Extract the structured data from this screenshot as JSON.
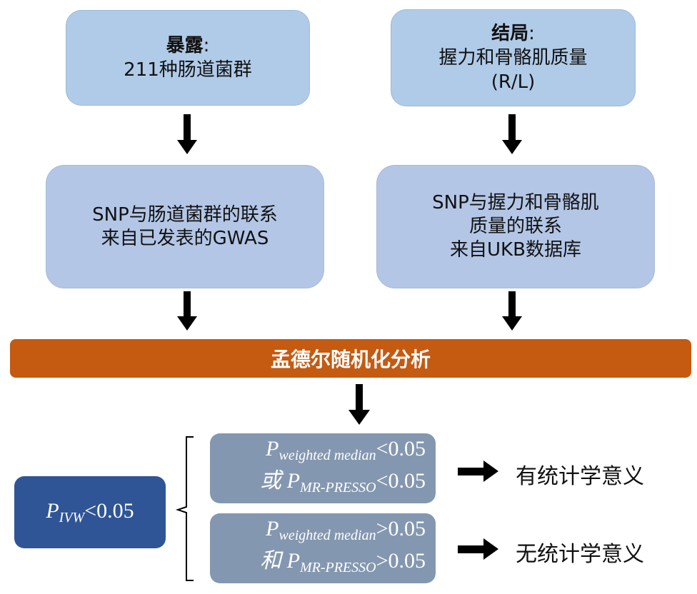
{
  "exposure": {
    "label": "暴露",
    "colon": ":",
    "value": "211种肠道菌群"
  },
  "outcome": {
    "label": "结局",
    "colon": ":",
    "line1": "握力和骨骼肌质量",
    "line2": "(R/L)"
  },
  "left_mid": {
    "line1": "SNP与肠道菌群的联系",
    "line2": "来自已发表的GWAS"
  },
  "right_mid": {
    "line1": "SNP与握力和骨骼肌",
    "line2": "质量的联系",
    "line3": "来自UKB数据库"
  },
  "mr_bar": {
    "label": "孟德尔随机化分析"
  },
  "ivw": {
    "p": "P",
    "sub": "IVW",
    "rest": "<0.05"
  },
  "cond1": {
    "line1": {
      "p": "P",
      "sub": "weighted median",
      "rest": "<0.05"
    },
    "line2": {
      "prefix": "或 ",
      "p": "P",
      "sub": "MR-PRESSO",
      "rest": "<0.05"
    }
  },
  "cond2": {
    "line1": {
      "p": "P",
      "sub": "weighted median",
      "rest": ">0.05"
    },
    "line2": {
      "prefix": "和 ",
      "p": "P",
      "sub": "MR-PRESSO",
      "rest": ">0.05"
    }
  },
  "results": {
    "significant": "有统计学意义",
    "not_significant": "无统计学意义"
  },
  "colors": {
    "top_box": "#b0cbe8",
    "mid_box": "#b3c6e6",
    "mr_bar": "#c55a11",
    "ivw_box": "#2f5597",
    "cond_box": "#8497b0"
  }
}
